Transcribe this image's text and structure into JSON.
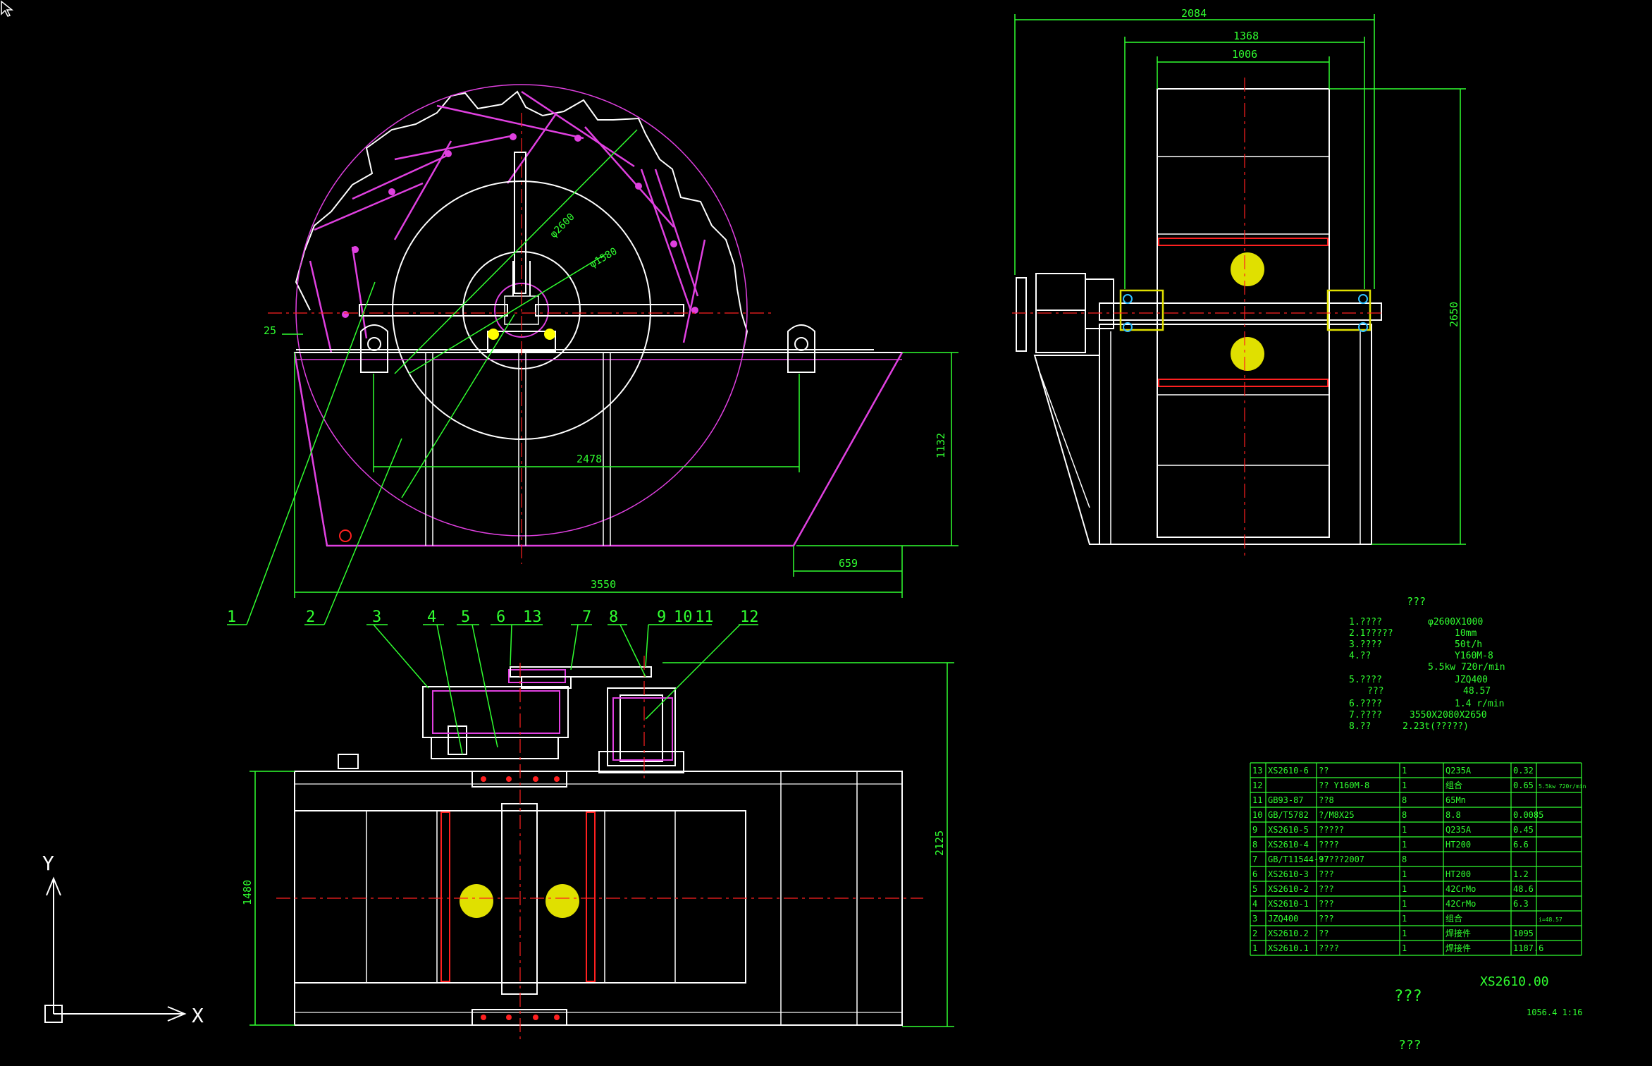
{
  "dimensions": {
    "front_width": "3550",
    "front_height": "1132",
    "inner_span": "2478",
    "chute": "659",
    "offset_25": "25",
    "dia_outer": "φ2600",
    "dia_inner": "φ1580",
    "side_total": "2084",
    "side_mid": "1368",
    "side_inner": "1006",
    "side_height": "2650",
    "plan_height": "2125",
    "plan_width": "1480"
  },
  "balloons": [
    "1",
    "2",
    "3",
    "4",
    "5",
    "6",
    "13",
    "7",
    "8",
    "9",
    "10",
    "11",
    "12"
  ],
  "specs": {
    "heading": "???",
    "rows": [
      {
        "label": "1.????",
        "value": "φ2600X1000"
      },
      {
        "label": "2.1?????",
        "value": "10mm"
      },
      {
        "label": "3.????",
        "value": "50t/h"
      },
      {
        "label": "4.??",
        "value": "Y160M-8"
      },
      {
        "label": "",
        "value": "5.5kw  720r/min"
      },
      {
        "label": "5.????",
        "value": "JZQ400"
      },
      {
        "label": "???",
        "value": "48.57"
      },
      {
        "label": "6.????",
        "value": "1.4  r/min"
      },
      {
        "label": "7.????",
        "value": "3550X2080X2650"
      },
      {
        "label": "8.??",
        "value": "2.23t(?????)"
      }
    ]
  },
  "parts": [
    [
      "13",
      "XS2610-6",
      "??",
      "1",
      "Q235A",
      "0.32",
      ""
    ],
    [
      "12",
      "",
      "?? Y160M-8",
      "1",
      "组合",
      "0.65",
      "5.5kw 720r/min"
    ],
    [
      "11",
      "GB93-87",
      "??8",
      "8",
      "65Mn",
      "",
      ""
    ],
    [
      "10",
      "GB/T5782",
      "?/M8X25",
      "8",
      "8.8",
      "0.0085",
      ""
    ],
    [
      "9",
      "XS2610-5",
      "?????",
      "1",
      "Q235A",
      "0.45",
      ""
    ],
    [
      "8",
      "XS2610-4",
      "????",
      "1",
      "HT200",
      "6.6",
      ""
    ],
    [
      "7",
      "GB/T11544-97",
      "?????2007",
      "8",
      "",
      "",
      ""
    ],
    [
      "6",
      "XS2610-3",
      "???",
      "1",
      "HT200",
      "1.2",
      ""
    ],
    [
      "5",
      "XS2610-2",
      "???",
      "1",
      "42CrMo",
      "48.6",
      ""
    ],
    [
      "4",
      "XS2610-1",
      "???",
      "1",
      "42CrMo",
      "6.3",
      ""
    ],
    [
      "3",
      "JZQ400",
      "???",
      "1",
      "组合",
      "",
      "i=48.57"
    ],
    [
      "2",
      "XS2610.2",
      "??",
      "1",
      "焊接件",
      "1095",
      ""
    ],
    [
      "1",
      "XS2610.1",
      "????",
      "1",
      "焊接件",
      "1187.6",
      ""
    ]
  ],
  "title_block": {
    "name": "???",
    "drawing_no": "XS2610.00",
    "weight_scale": "1056.4  1:16",
    "company": "???"
  },
  "ucs": {
    "y": "Y",
    "x": "X"
  }
}
